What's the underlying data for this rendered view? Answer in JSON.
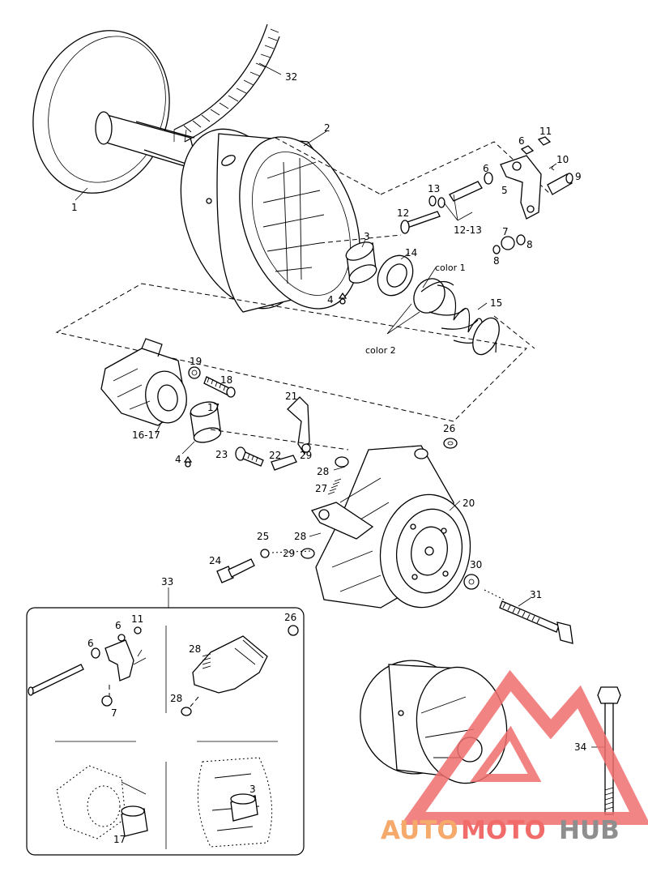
{
  "callouts": {
    "n1": "1",
    "n2": "2",
    "n3": "3",
    "n4a": "4",
    "n4b": "4",
    "n5": "5",
    "n6a": "6",
    "n6b": "6",
    "n7": "7",
    "n8a": "8",
    "n8b": "8",
    "n9": "9",
    "n10": "10",
    "n11": "11",
    "n12": "12",
    "n13": "13",
    "n12_13": "12-13",
    "n14": "14",
    "n15": "15",
    "n16_17": "16-17",
    "n17": "17",
    "n18": "18",
    "n19": "19",
    "n20": "20",
    "n21": "21",
    "n22": "22",
    "n23": "23",
    "n24": "24",
    "n25": "25",
    "n26": "26",
    "n27": "27",
    "n28a": "28",
    "n28b": "28",
    "n29a": "29",
    "n29b": "29",
    "n30": "30",
    "n31": "31",
    "n32": "32",
    "n33": "33",
    "n34": "34",
    "color1": "color 1",
    "color2": "color 2"
  },
  "inset": {
    "n6a": "6",
    "n6b": "6",
    "n11": "11",
    "n7": "7",
    "n26": "26",
    "n28a": "28",
    "n28b": "28",
    "n17": "17",
    "n3": "3"
  },
  "watermark": {
    "auto": "AUTO",
    "moto": "MOTO",
    "hub": "HUB",
    "color_auto": "#f5a96b",
    "color_moto": "#f26b6b",
    "color_hub": "#8e8e8e",
    "logo_color": "#ef6e6e"
  }
}
